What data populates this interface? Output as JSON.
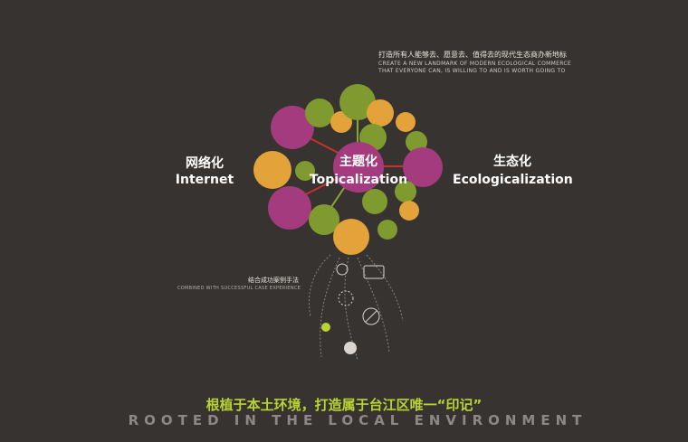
{
  "slogan": {
    "cn": "打造所有人能够去、愿意去、值得去的现代生态商办新地标",
    "en_line1": "CREATE A NEW LANDMARK OF MODERN ECOLOGICAL COMMERCE",
    "en_line2": "THAT EVERYONE CAN, IS WILLING TO AND IS WORTH GOING TO"
  },
  "labels": {
    "left_cn": "网络化",
    "left_en": "Internet",
    "center_cn": "主题化",
    "center_en": "Topicalization",
    "right_cn": "生态化",
    "right_en": "Ecologicalization"
  },
  "root_note": {
    "cn": "结合成功案例手法",
    "en": "COMBINED WITH SUCCESSFUL CASE EXPERIENCE"
  },
  "footer": {
    "cn": "根植于本土环境，打造属于台江区唯一“印记”",
    "en": "ROOTED IN THE LOCAL ENVIRONMENT"
  },
  "colors": {
    "background": "#373330",
    "magenta": "#a33b7e",
    "olive": "#7f9a2e",
    "orange": "#e3a23a",
    "arrow_red": "#c8312c",
    "footer_cn": "#b8d433",
    "footer_en": "#8d8883"
  }
}
